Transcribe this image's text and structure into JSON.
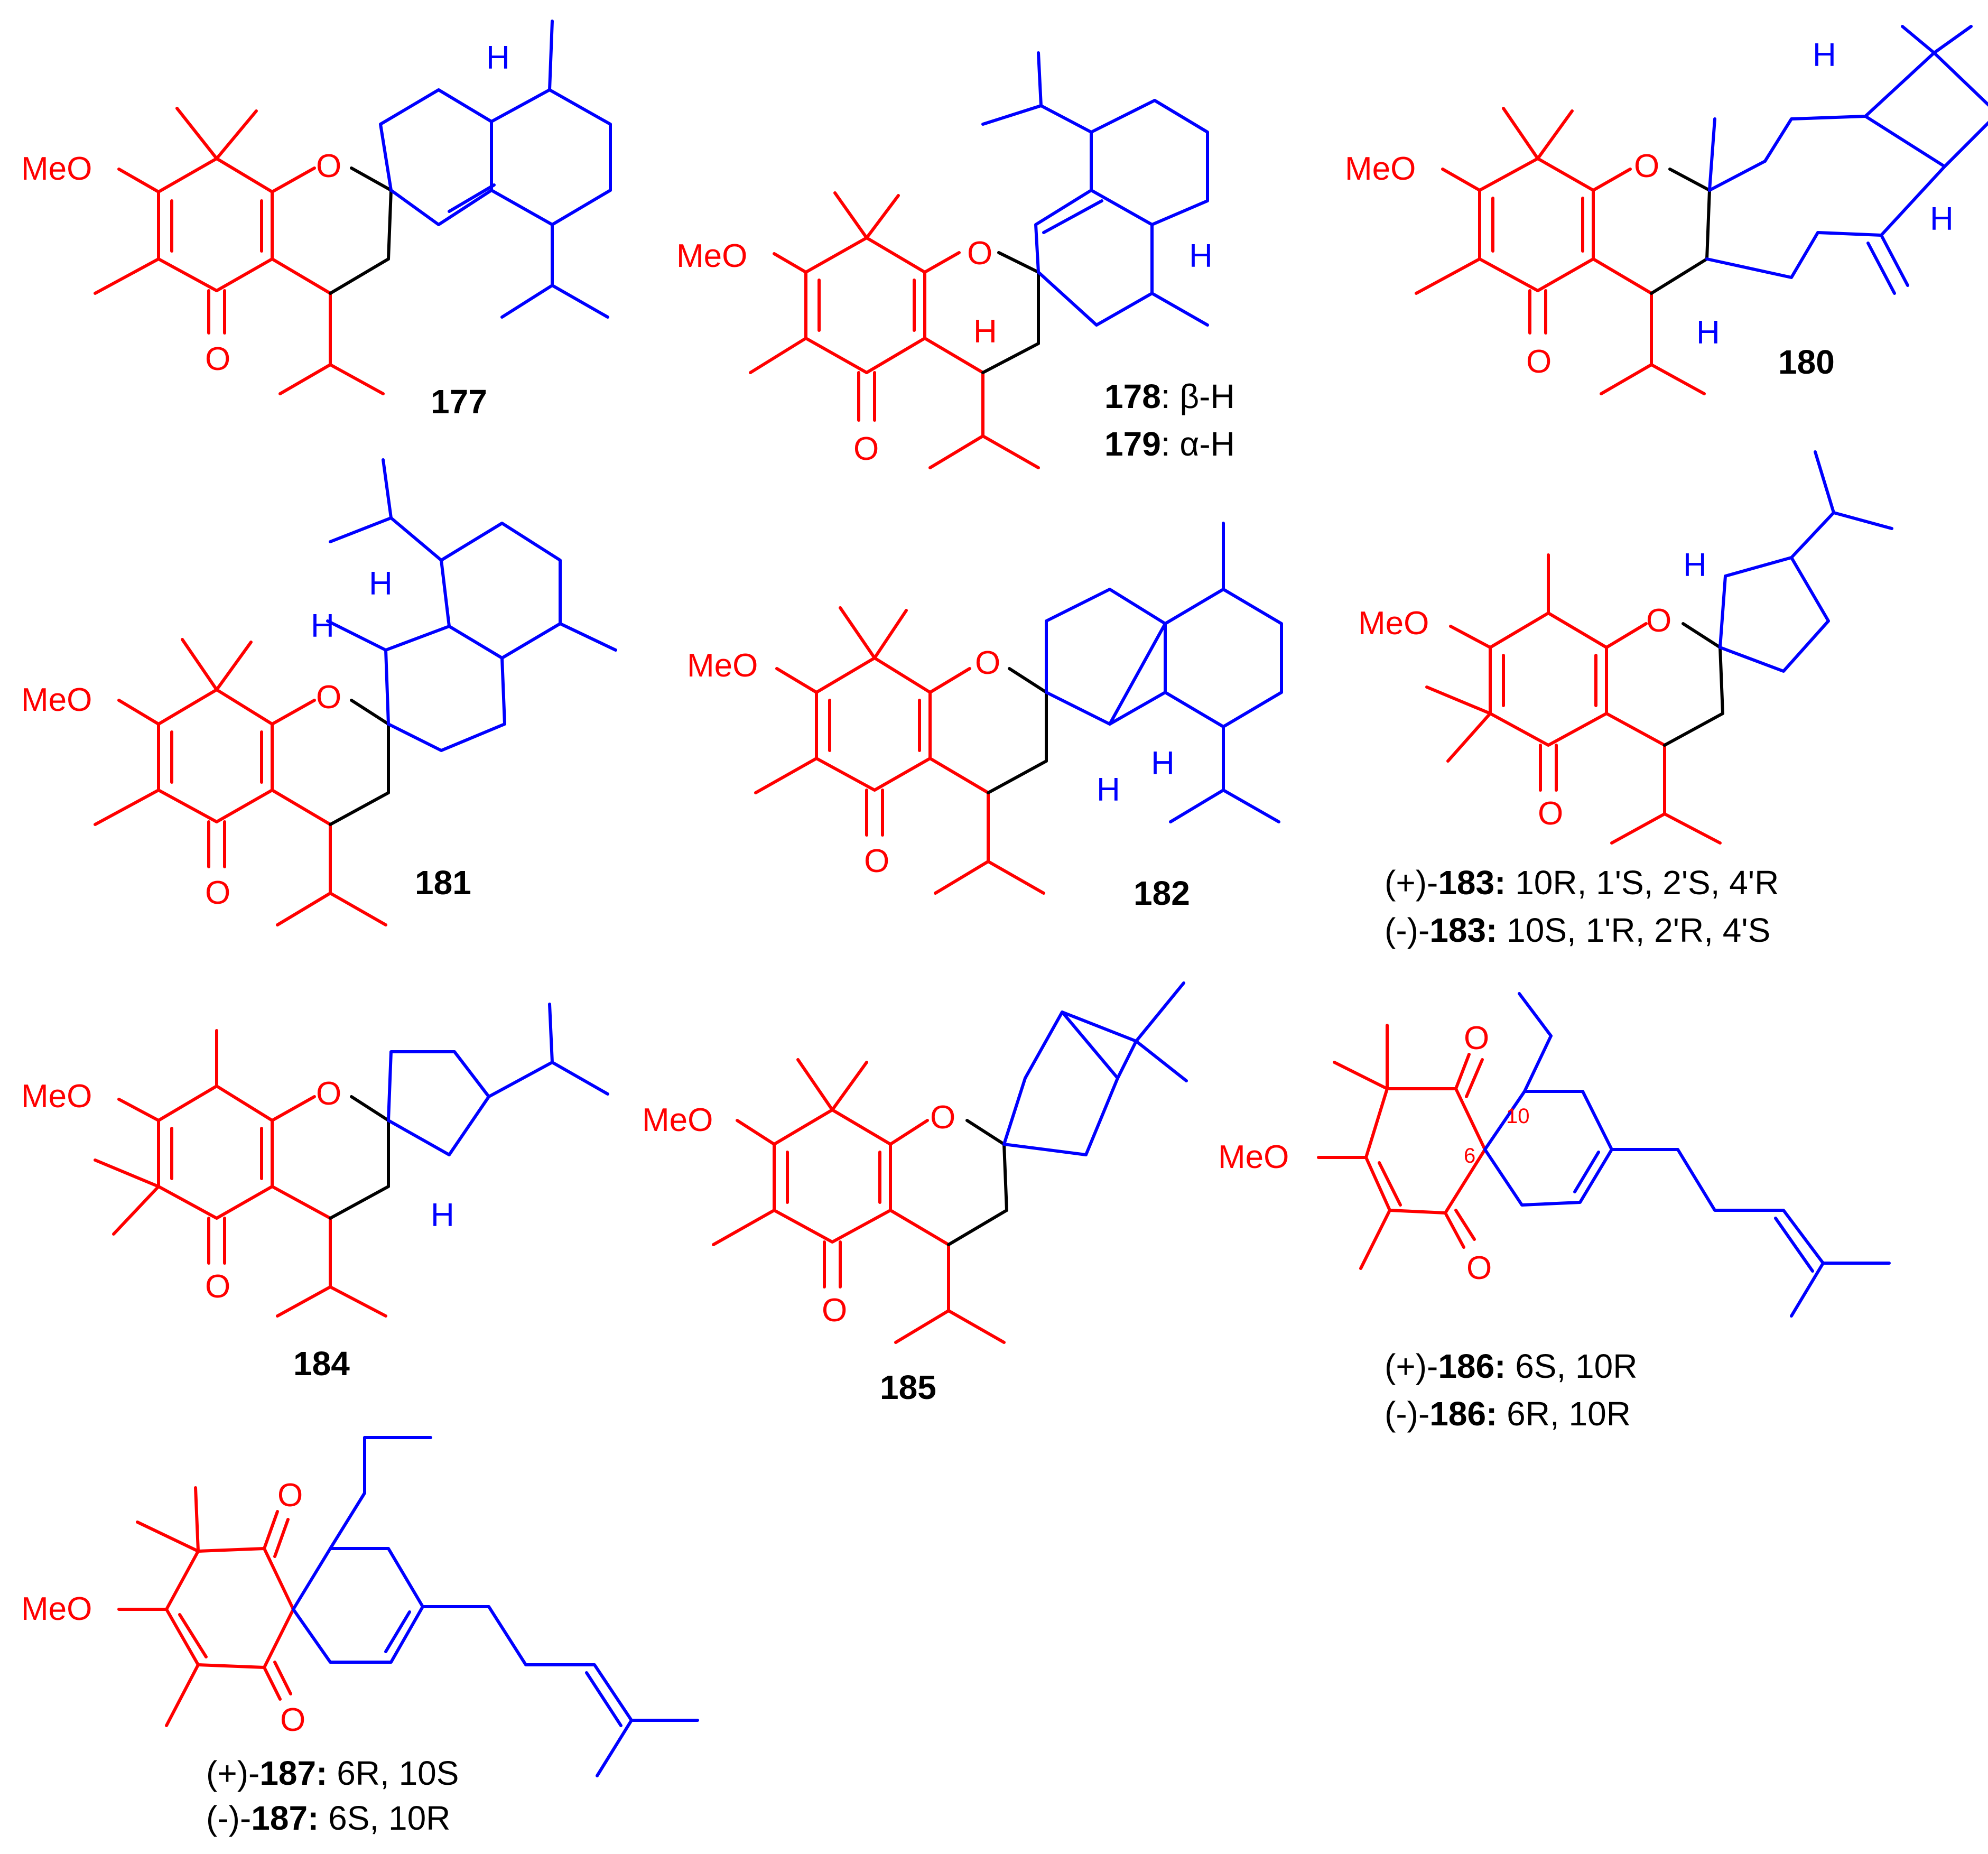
{
  "colors": {
    "red": "#ff0000",
    "blue": "#0000ff",
    "black": "#000000"
  },
  "atoms": {
    "meo": "MeO",
    "o": "O",
    "h": "H"
  },
  "compounds": {
    "c177": {
      "number": "177"
    },
    "c178": {
      "number": "178",
      "suffix": ": β-H"
    },
    "c179": {
      "number": "179",
      "suffix": ": α-H"
    },
    "c180": {
      "number": "180"
    },
    "c181": {
      "number": "181"
    },
    "c182": {
      "number": "182"
    },
    "c183": {
      "plus_prefix": "(+)-",
      "plus_number": "183:",
      "plus_desc": " 10R, 1'S, 2'S, 4'R",
      "minus_prefix": "(-)-",
      "minus_number": "183:",
      "minus_desc": " 10S, 1'R, 2'R, 4'S"
    },
    "c184": {
      "number": "184"
    },
    "c185": {
      "number": "185"
    },
    "c186": {
      "plus_prefix": "(+)-",
      "plus_number": "186:",
      "plus_desc": " 6S, 10R",
      "minus_prefix": "(-)-",
      "minus_number": "186:",
      "minus_desc": " 6R, 10R",
      "locant_6": "6",
      "locant_10": "10"
    },
    "c187": {
      "plus_prefix": "(+)-",
      "plus_number": "187:",
      "plus_desc": " 6R, 10S",
      "minus_prefix": "(-)-",
      "minus_number": "187:",
      "minus_desc": " 6S, 10R"
    }
  }
}
